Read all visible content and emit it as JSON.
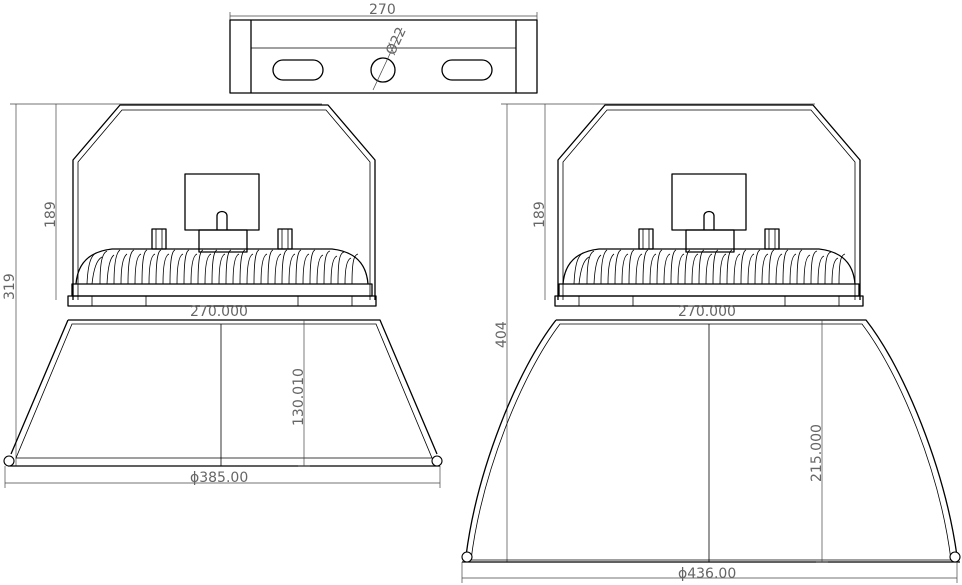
{
  "top_view": {
    "width_label": "270",
    "hole_label": "Ø22"
  },
  "left_fixture": {
    "height_total_label": "319",
    "height_housing_label": "189",
    "driver_dia_label": "270.000",
    "reflector_height_label": "130.010",
    "reflector_dia_label": "ϕ385.00"
  },
  "right_fixture": {
    "height_housing_label": "189",
    "height_total_label": "404",
    "driver_dia_label": "270.000",
    "reflector_height_label": "215.000",
    "reflector_dia_label": "ϕ436.00"
  }
}
